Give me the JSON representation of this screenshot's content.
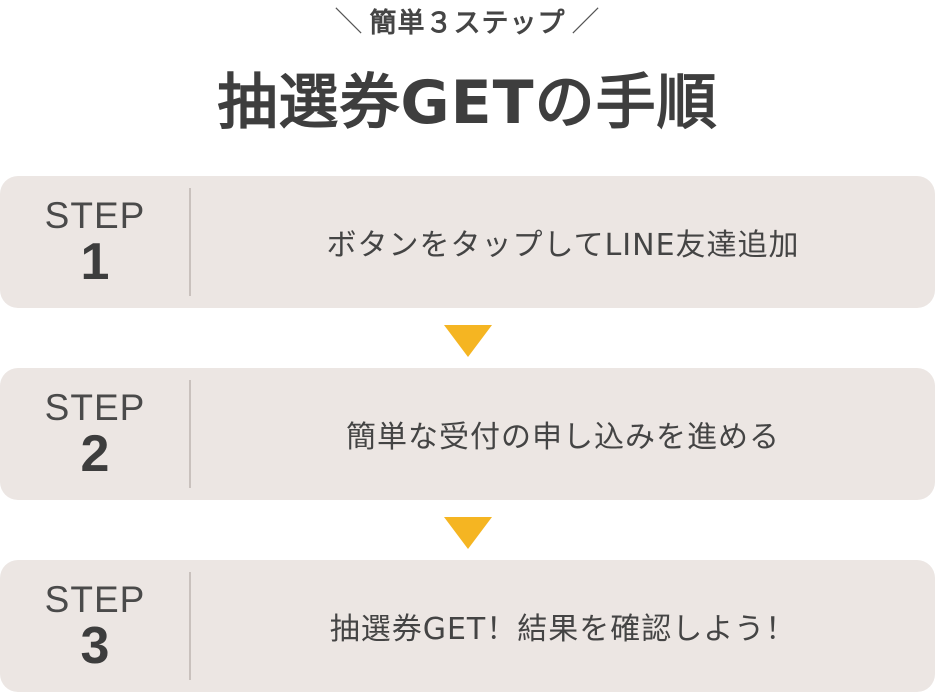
{
  "header": {
    "subtitle_left_slash": "＼",
    "subtitle": "簡単３ステップ",
    "subtitle_right_slash": "／",
    "title_marked": "抽選券GET",
    "title_rest": "の手順"
  },
  "steps": [
    {
      "word": "STEP",
      "number": "1",
      "text": "ボタンをタップしてLINE友達追加"
    },
    {
      "word": "STEP",
      "number": "2",
      "text": "簡単な受付の申し込みを進める"
    },
    {
      "word": "STEP",
      "number": "3",
      "text": "抽選券GET！結果を確認しよう！"
    }
  ],
  "colors": {
    "accent": "#f5b522",
    "card_background": "#ece6e3",
    "text": "#3f3f3f"
  }
}
